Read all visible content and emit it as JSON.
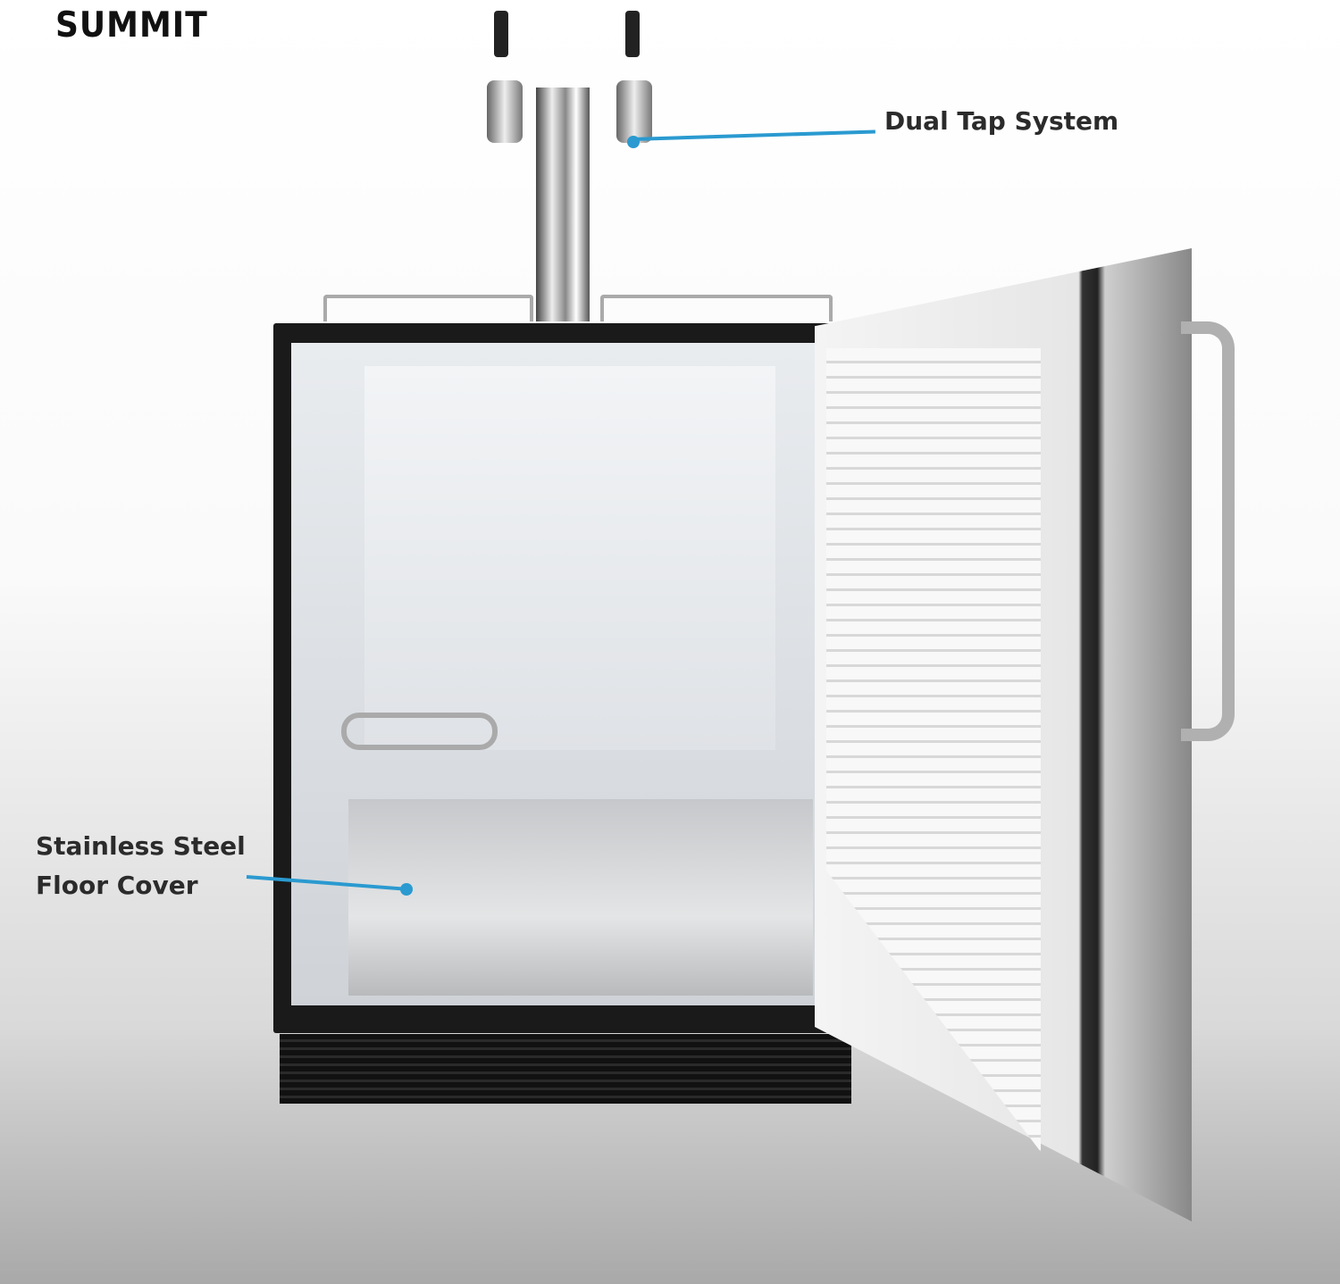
{
  "brand": {
    "logo_text": "SUMMIT"
  },
  "callouts": [
    {
      "label": "Dual Tap System"
    },
    {
      "label_line1": "Stainless Steel",
      "label_line2": "Floor Cover"
    }
  ],
  "colors": {
    "callout_line": "#2a9ad0",
    "text": "#2b2b2b"
  }
}
